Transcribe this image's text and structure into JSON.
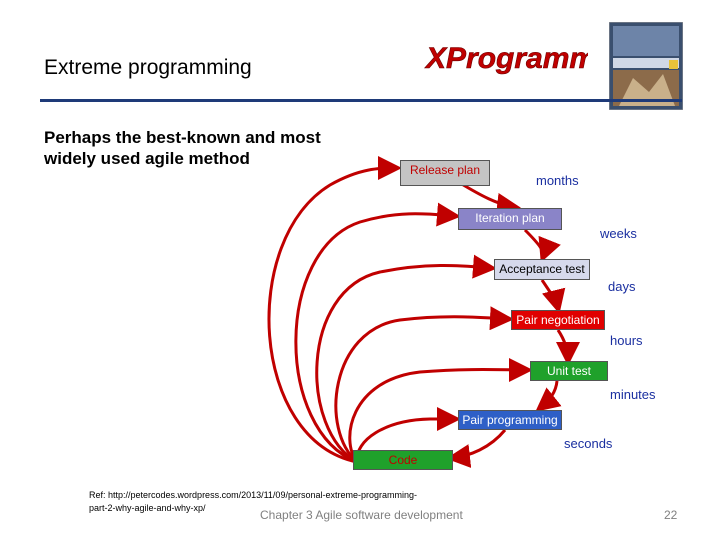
{
  "slide": {
    "title": "Extreme programming",
    "subtitle": "Perhaps the best-known and most widely used agile method",
    "logo_text": "XProgramming",
    "book_icon": "book-cover-image",
    "levels": [
      {
        "label": "Release plan",
        "time": "months"
      },
      {
        "label": "Iteration plan",
        "time": "weeks"
      },
      {
        "label": "Acceptance test",
        "time": "days"
      },
      {
        "label": "Pair negotiation",
        "time": "hours"
      },
      {
        "label": "Unit test",
        "time": "minutes"
      },
      {
        "label": "Pair programming",
        "time": "seconds"
      },
      {
        "label": "Code",
        "time": ""
      }
    ],
    "reference": "Ref:    http://petercodes.wordpress.com/2013/11/09/personal-extreme-programming-part-2-why-agile-and-why-xp/",
    "footer": "Chapter 3 Agile software development",
    "page_number": "22"
  },
  "colors": {
    "arrow": "#c00000",
    "title_rule": "#1e3a78",
    "time_text": "#1a2fa0"
  }
}
